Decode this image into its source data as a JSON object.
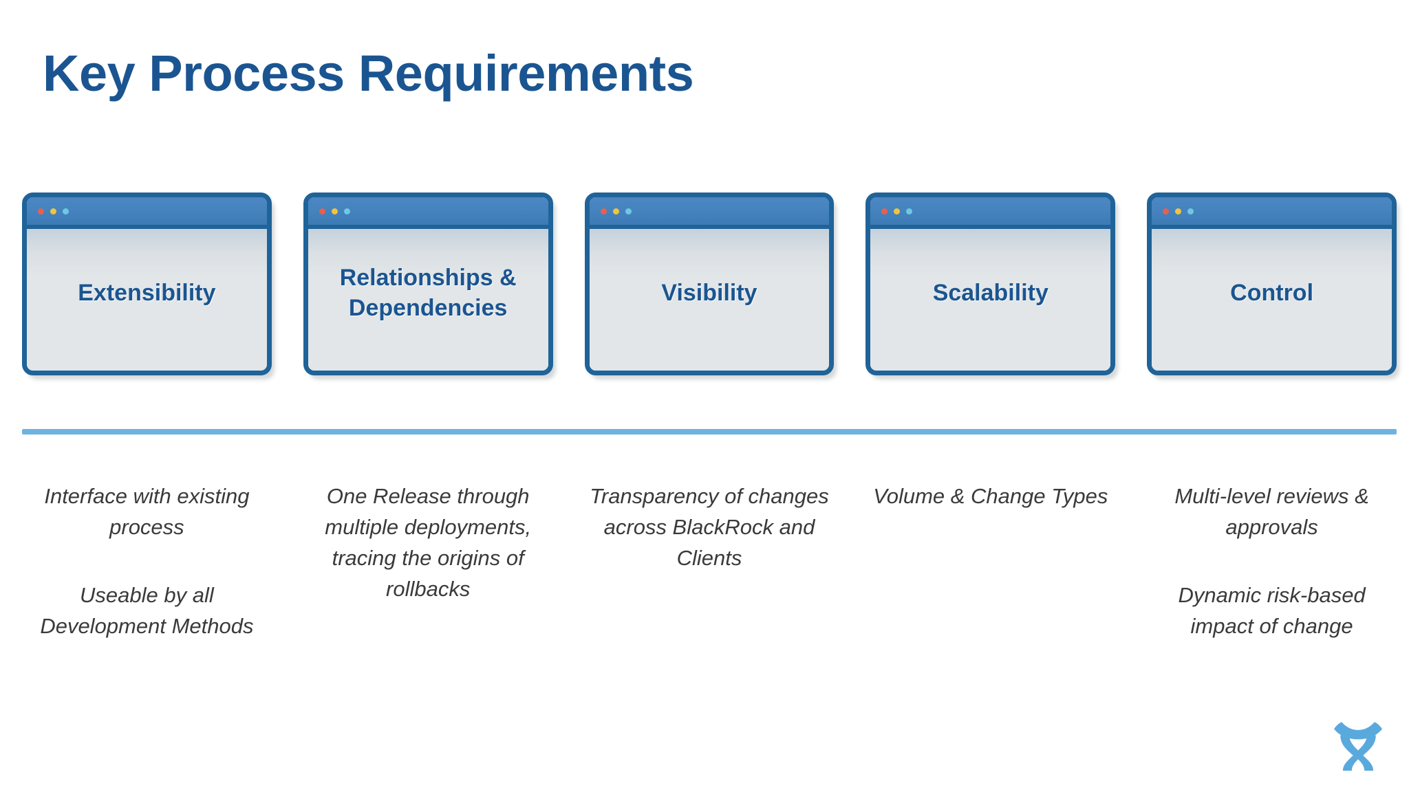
{
  "slide": {
    "title": "Key Process Requirements",
    "accent_color": "#1b5591",
    "divider_color": "#6fb3e0",
    "card_border_color": "#1f6399",
    "titlebar_color": "#4482be",
    "card_body_color": "#e2e6e8",
    "caption_color": "#3a3a3a",
    "logo_color": "#5aa9dd",
    "logo_name": "company-logo"
  },
  "window_dots": [
    {
      "name": "dot-red",
      "color": "#e8604c"
    },
    {
      "name": "dot-yellow",
      "color": "#f2c43c"
    },
    {
      "name": "dot-cyan",
      "color": "#6ec9e0"
    }
  ],
  "cards": [
    {
      "heading": "Extensibility"
    },
    {
      "heading": "Relationships &\nDependencies"
    },
    {
      "heading": "Visibility"
    },
    {
      "heading": "Scalability"
    },
    {
      "heading": "Control"
    }
  ],
  "captions": [
    {
      "block1": "Interface with existing process",
      "block2": "Useable by all Development Methods"
    },
    {
      "block1": "One Release through multiple deployments, tracing the origins of rollbacks",
      "block2": ""
    },
    {
      "block1": "Transparency of changes across BlackRock and Clients",
      "block2": ""
    },
    {
      "block1": "Volume & Change Types",
      "block2": ""
    },
    {
      "block1": "Multi-level reviews & approvals",
      "block2": "Dynamic risk-based impact of change"
    }
  ]
}
